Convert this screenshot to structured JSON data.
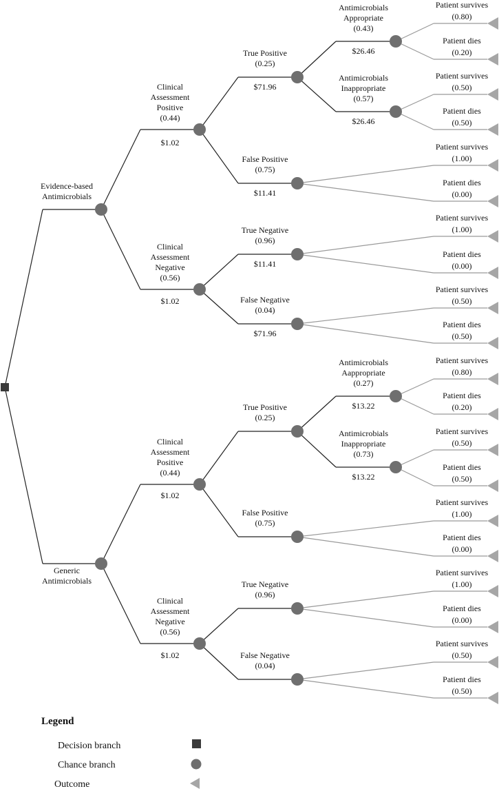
{
  "colors": {
    "decision": "#3a3a3a",
    "chance": "#6f6f6f",
    "outcome": "#a6a6a6",
    "line": "#222222",
    "outcome_line": "#999999"
  },
  "legend": {
    "title": "Legend",
    "decision_label": "Decision branch",
    "chance_label": "Chance branch",
    "outcome_label": "Outcome"
  },
  "tree": {
    "strategies": [
      {
        "label": [
          "Evidence-based",
          "Antimicrobials"
        ],
        "branches": [
          {
            "label": [
              "Clinical",
              "Assessment",
              "Positive",
              "(0.44)"
            ],
            "cost": "$1.02",
            "branches": [
              {
                "label": [
                  "True Positive",
                  "(0.25)"
                ],
                "cost": "$71.96",
                "branches": [
                  {
                    "label": [
                      "Antimicrobials",
                      "Appropriate",
                      "(0.43)"
                    ],
                    "cost": "$26.46",
                    "outcomes": [
                      {
                        "label": "Patient survives",
                        "prob": "(0.80)"
                      },
                      {
                        "label": "Patient dies",
                        "prob": "(0.20)"
                      }
                    ]
                  },
                  {
                    "label": [
                      "Antimicrobials",
                      "Inappropriate",
                      "(0.57)"
                    ],
                    "cost": "$26.46",
                    "outcomes": [
                      {
                        "label": "Patient survives",
                        "prob": "(0.50)"
                      },
                      {
                        "label": "Patient dies",
                        "prob": "(0.50)"
                      }
                    ]
                  }
                ]
              },
              {
                "label": [
                  "False Positive",
                  "(0.75)"
                ],
                "cost": "$11.41",
                "outcomes": [
                  {
                    "label": "Patient survives",
                    "prob": "(1.00)"
                  },
                  {
                    "label": "Patient dies",
                    "prob": "(0.00)"
                  }
                ]
              }
            ]
          },
          {
            "label": [
              "Clinical",
              "Assessment",
              "Negative",
              "(0.56)"
            ],
            "cost": "$1.02",
            "branches": [
              {
                "label": [
                  "True Negative",
                  "(0.96)"
                ],
                "cost": "$11.41",
                "outcomes": [
                  {
                    "label": "Patient survives",
                    "prob": "(1.00)"
                  },
                  {
                    "label": "Patient dies",
                    "prob": "(0.00)"
                  }
                ]
              },
              {
                "label": [
                  "False Negative",
                  "(0.04)"
                ],
                "cost": "$71.96",
                "outcomes": [
                  {
                    "label": "Patient survives",
                    "prob": "(0.50)"
                  },
                  {
                    "label": "Patient dies",
                    "prob": "(0.50)"
                  }
                ]
              }
            ]
          }
        ]
      },
      {
        "label": [
          "Generic",
          "Antimicrobials"
        ],
        "branches": [
          {
            "label": [
              "Clinical",
              "Assessment",
              "Positive",
              "(0.44)"
            ],
            "cost": "$1.02",
            "branches": [
              {
                "label": [
                  "True Positive",
                  "(0.25)"
                ],
                "cost": "",
                "branches": [
                  {
                    "label": [
                      "Antimicrobials",
                      "Aappropriate",
                      "(0.27)"
                    ],
                    "cost": "$13.22",
                    "outcomes": [
                      {
                        "label": "Patient survives",
                        "prob": "(0.80)"
                      },
                      {
                        "label": "Patient dies",
                        "prob": "(0.20)"
                      }
                    ]
                  },
                  {
                    "label": [
                      "Antimicrobials",
                      "Inappropriate",
                      "(0.73)"
                    ],
                    "cost": "$13.22",
                    "outcomes": [
                      {
                        "label": "Patient survives",
                        "prob": "(0.50)"
                      },
                      {
                        "label": "Patient dies",
                        "prob": "(0.50)"
                      }
                    ]
                  }
                ]
              },
              {
                "label": [
                  "False Positive",
                  "(0.75)"
                ],
                "cost": "",
                "outcomes": [
                  {
                    "label": "Patient survives",
                    "prob": "(1.00)"
                  },
                  {
                    "label": "Patient dies",
                    "prob": "(0.00)"
                  }
                ]
              }
            ]
          },
          {
            "label": [
              "Clinical",
              "Assessment",
              "Negative",
              "(0.56)"
            ],
            "cost": "$1.02",
            "branches": [
              {
                "label": [
                  "True Negative",
                  "(0.96)"
                ],
                "cost": "",
                "outcomes": [
                  {
                    "label": "Patient survives",
                    "prob": "(1.00)"
                  },
                  {
                    "label": "Patient dies",
                    "prob": "(0.00)"
                  }
                ]
              },
              {
                "label": [
                  "False Negative",
                  "(0.04)"
                ],
                "cost": "",
                "outcomes": [
                  {
                    "label": "Patient survives",
                    "prob": "(0.50)"
                  },
                  {
                    "label": "Patient dies",
                    "prob": "(0.50)"
                  }
                ]
              }
            ]
          }
        ]
      }
    ]
  }
}
